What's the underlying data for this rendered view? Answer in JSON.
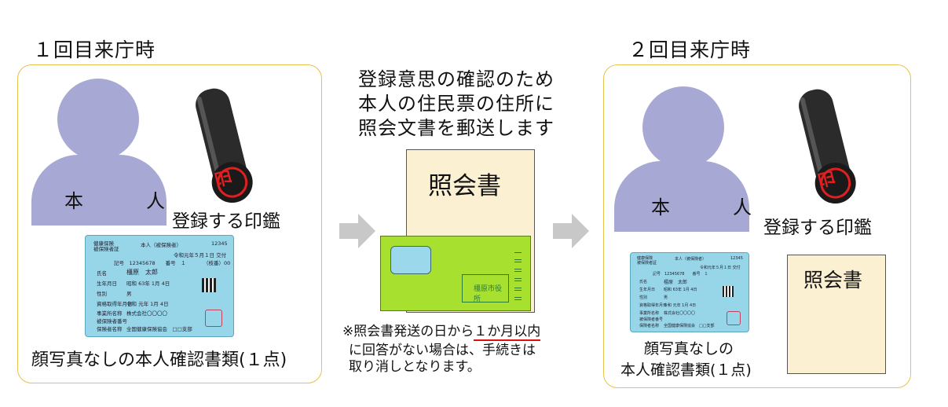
{
  "left": {
    "heading": "１回目来庁時",
    "person_label": "本　人",
    "seal_label": "登録する印鑑",
    "seal_char": "印",
    "card_caption": "顔写真なしの本人確認書類(１点)"
  },
  "middle": {
    "line1": "登録意思の確認のため",
    "line2": "本人の住民票の住所に",
    "line3": "照会文書を郵送します",
    "doc_title": "照会書",
    "envelope_sender": "橿原市役所",
    "notice_prefix": "※照会書発送の日から",
    "notice_highlight": "１か月以内",
    "notice_line2": "に回答がない場合は、手続きは",
    "notice_line3": "取り消しとなります。"
  },
  "right": {
    "heading": "２回目来庁時",
    "person_label": "本　人",
    "seal_label": "登録する印鑑",
    "seal_char": "印",
    "doc_title": "照会書",
    "card_caption_line1": "顔写真なしの",
    "card_caption_line2": "本人確認書類(１点)"
  },
  "card": {
    "title1": "健康保険",
    "title2": "被保険者証",
    "holder": "本人（被保険者）",
    "number": "12345",
    "issued": "令和元年５月１日 交付",
    "symbol": "記号　12345678　　番号　１",
    "branch": "（枝番）00",
    "name_label": "氏名",
    "name": "橿原　太郎",
    "birth_label": "生年月日",
    "birth": "昭和 63年 1月 4日",
    "sex_label": "性別",
    "sex": "男",
    "acq_label": "資格取得年月日",
    "acq": "令和 元年 1月 4日",
    "emp_label": "事業所名称",
    "emp": "株式会社〇〇〇〇",
    "insured_label": "被保険者番号",
    "insurer_label": "保険者名称",
    "insurer": "全国健康保険協会　□□支部"
  },
  "colors": {
    "person": "#a8a8d4",
    "panel_border": "#e8c24a",
    "card": "#96d6e8",
    "envelope": "#a8e030",
    "document": "#fbf0d2",
    "underline": "#e01010",
    "arrow": "#c8c8c8",
    "seal_red": "#e02020"
  }
}
